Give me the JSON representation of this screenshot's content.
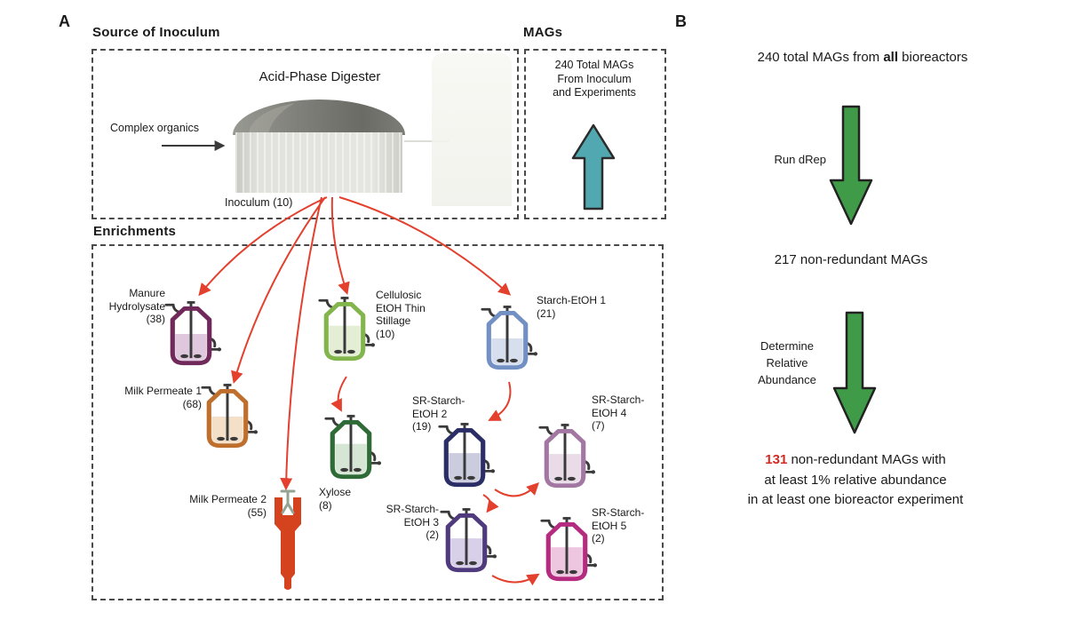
{
  "panel_a": {
    "label": "A",
    "source": {
      "title": "Source of Inoculum",
      "digester_label": "Acid-Phase Digester",
      "input_label": "Complex organics",
      "inoculum_label": "Inoculum (10)"
    },
    "mags": {
      "title": "MAGs",
      "lines": [
        "240 Total MAGs",
        "From Inoculum",
        "and Experiments"
      ],
      "arrow_color": "#52a8b0"
    },
    "enrichments": {
      "title": "Enrichments",
      "flow_arrow_color": "#e3402e",
      "reactors": {
        "manure": {
          "lines": [
            "Manure",
            "Hydrolysate",
            "(38)"
          ],
          "outline": "#70295a",
          "liquid": "#dfc8dd"
        },
        "milk1": {
          "lines": [
            "Milk Permeate 1",
            "(68)"
          ],
          "outline": "#bf6f2d",
          "liquid": "#f4e0c8"
        },
        "milk2": {
          "lines": [
            "Milk Permeate 2",
            "(55)"
          ],
          "fill": "#d4421e"
        },
        "cellulosic": {
          "lines": [
            "Cellulosic",
            "EtOH Thin",
            "Stillage",
            "(10)"
          ],
          "outline": "#83b54d",
          "liquid": "#e3eed4"
        },
        "xylose": {
          "lines": [
            "Xylose",
            "(8)"
          ],
          "outline": "#2e6b37",
          "liquid": "#d5e6d4"
        },
        "starch1": {
          "lines": [
            "Starch-EtOH 1",
            "(21)"
          ],
          "outline": "#7290c3",
          "liquid": "#d7deee"
        },
        "sr2": {
          "lines": [
            "SR-Starch-",
            "EtOH 2",
            "(19)"
          ],
          "outline": "#2b2e66",
          "liquid": "#ccccdf"
        },
        "sr4": {
          "lines": [
            "SR-Starch-",
            "EtOH 4",
            "(7)"
          ],
          "outline": "#a277a2",
          "liquid": "#e9dbe8"
        },
        "sr3": {
          "lines": [
            "SR-Starch-",
            "EtOH 3",
            "(2)"
          ],
          "outline": "#4f3a7d",
          "liquid": "#d8cfe8"
        },
        "sr5": {
          "lines": [
            "SR-Starch-",
            "EtOH 5",
            "(2)"
          ],
          "outline": "#b42b80",
          "liquid": "#eec6e0"
        }
      }
    }
  },
  "panel_b": {
    "label": "B",
    "step1": {
      "pre": "240 total MAGs from ",
      "bold": "all",
      "post": " bioreactors"
    },
    "arrow1_label": "Run dRep",
    "step2": "217 non-redundant MAGs",
    "arrow2_label_lines": [
      "Determine",
      "Relative",
      "Abundance"
    ],
    "result": {
      "highlight": "131",
      "highlight_color": "#d42a20",
      "line1_rest": " non-redundant MAGs with",
      "line2": "at least 1% relative abundance",
      "line3": "in at least one bioreactor experiment"
    },
    "process_arrow_color": "#3f9b48"
  }
}
